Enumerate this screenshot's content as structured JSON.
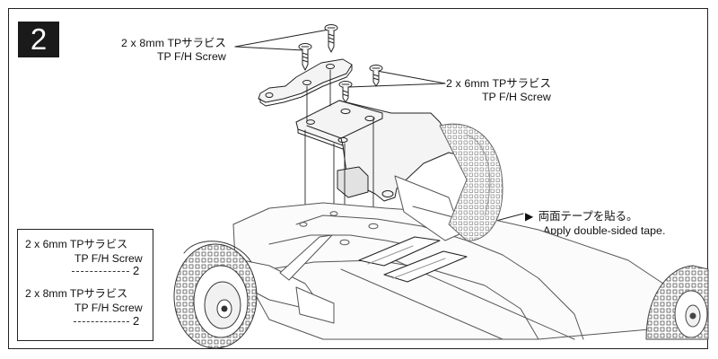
{
  "step": {
    "number": "2"
  },
  "callouts": {
    "screw_8mm": {
      "size": "2 x 8mm",
      "jp": "TPサラビス",
      "en": "TP F/H Screw"
    },
    "screw_6mm": {
      "size": "2 x 6mm",
      "jp": "TPサラビス",
      "en": "TP F/H Screw"
    }
  },
  "tape_note": {
    "jp": "両面テープを貼る。",
    "en": "Apply double-sided tape."
  },
  "legend": {
    "items": [
      {
        "size": "2 x 6mm",
        "jp": "TPサラビス",
        "en": "TP F/H Screw",
        "qty": "2"
      },
      {
        "size": "2 x 8mm",
        "jp": "TPサラビス",
        "en": "TP F/H Screw",
        "qty": "2"
      }
    ]
  },
  "colors": {
    "line": "#222222",
    "part_fill": "#f2f2f2",
    "shade": "#d9d9d9",
    "badge": "#1a1a1a"
  }
}
